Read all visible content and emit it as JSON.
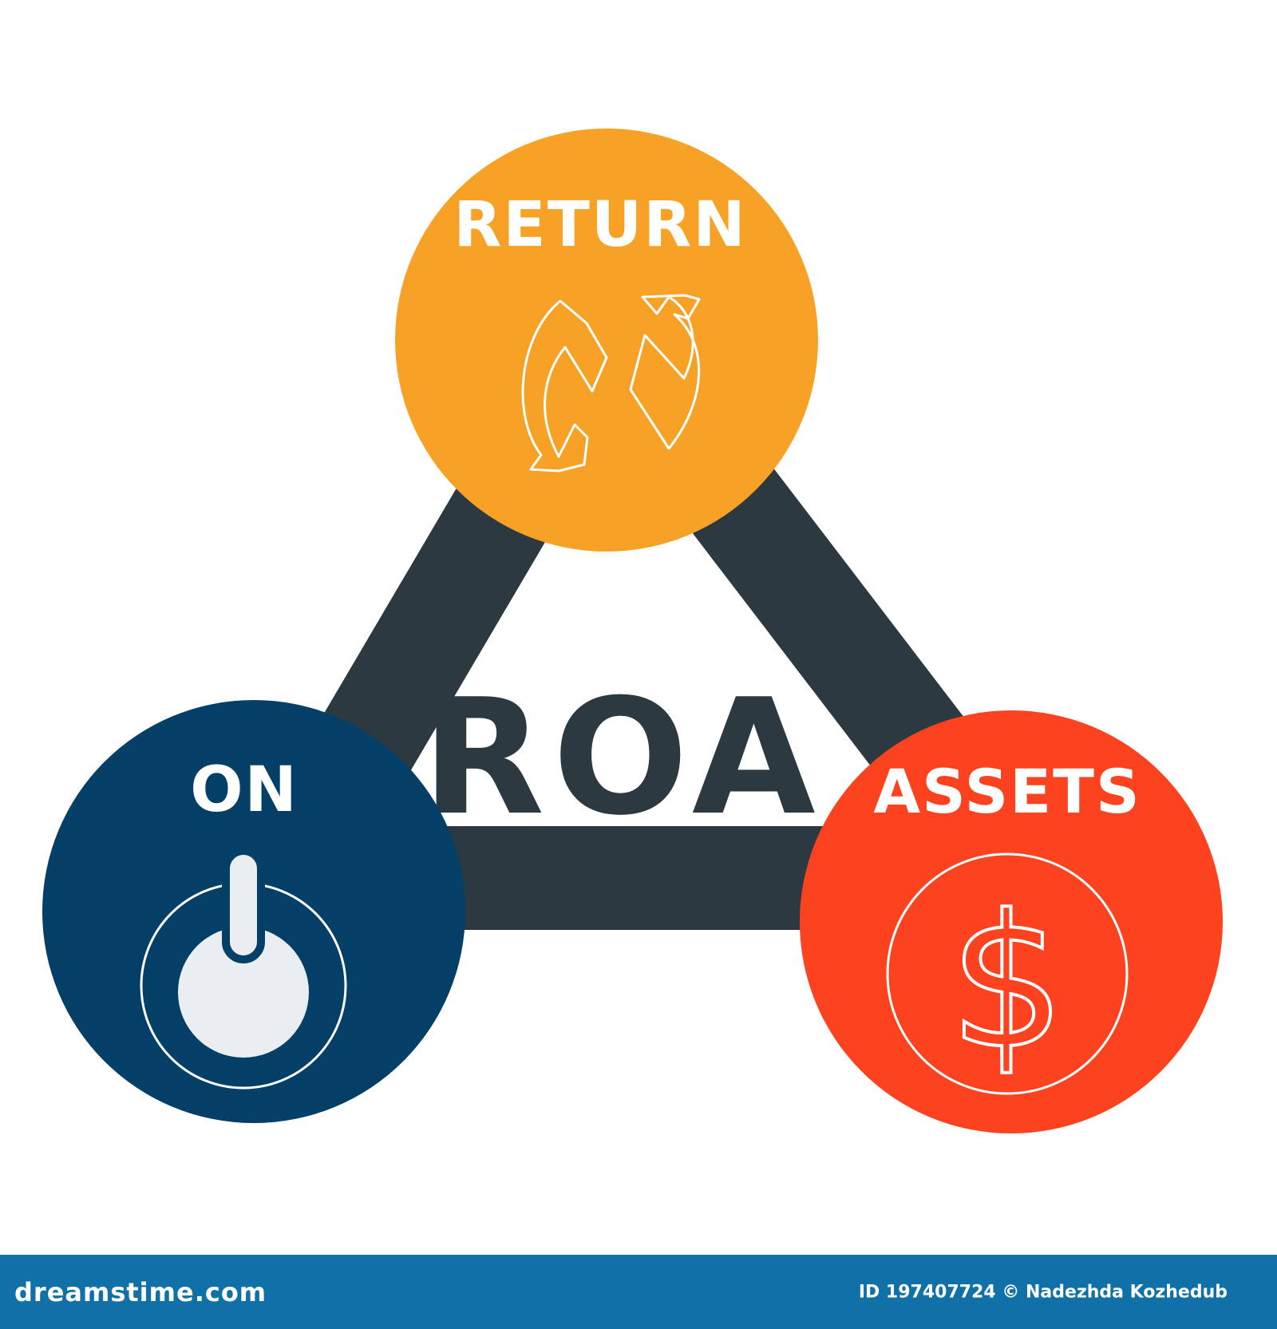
{
  "diagram": {
    "center_label": "ROA",
    "nodes": [
      {
        "id": "return",
        "label": "RETURN",
        "color": "#f7a126",
        "icon": "refresh-arrows-icon"
      },
      {
        "id": "on",
        "label": "ON",
        "color": "#033f66",
        "icon": "power-icon"
      },
      {
        "id": "assets",
        "label": "ASSETS",
        "color": "#fd4220",
        "icon": "dollar-icon"
      }
    ],
    "connector_color": "#2c3940"
  },
  "footer": {
    "brand": "dreamstime.com",
    "stock_id": "ID 197407724 © Nadezhda Kozhedub",
    "color": "#1071a8"
  }
}
